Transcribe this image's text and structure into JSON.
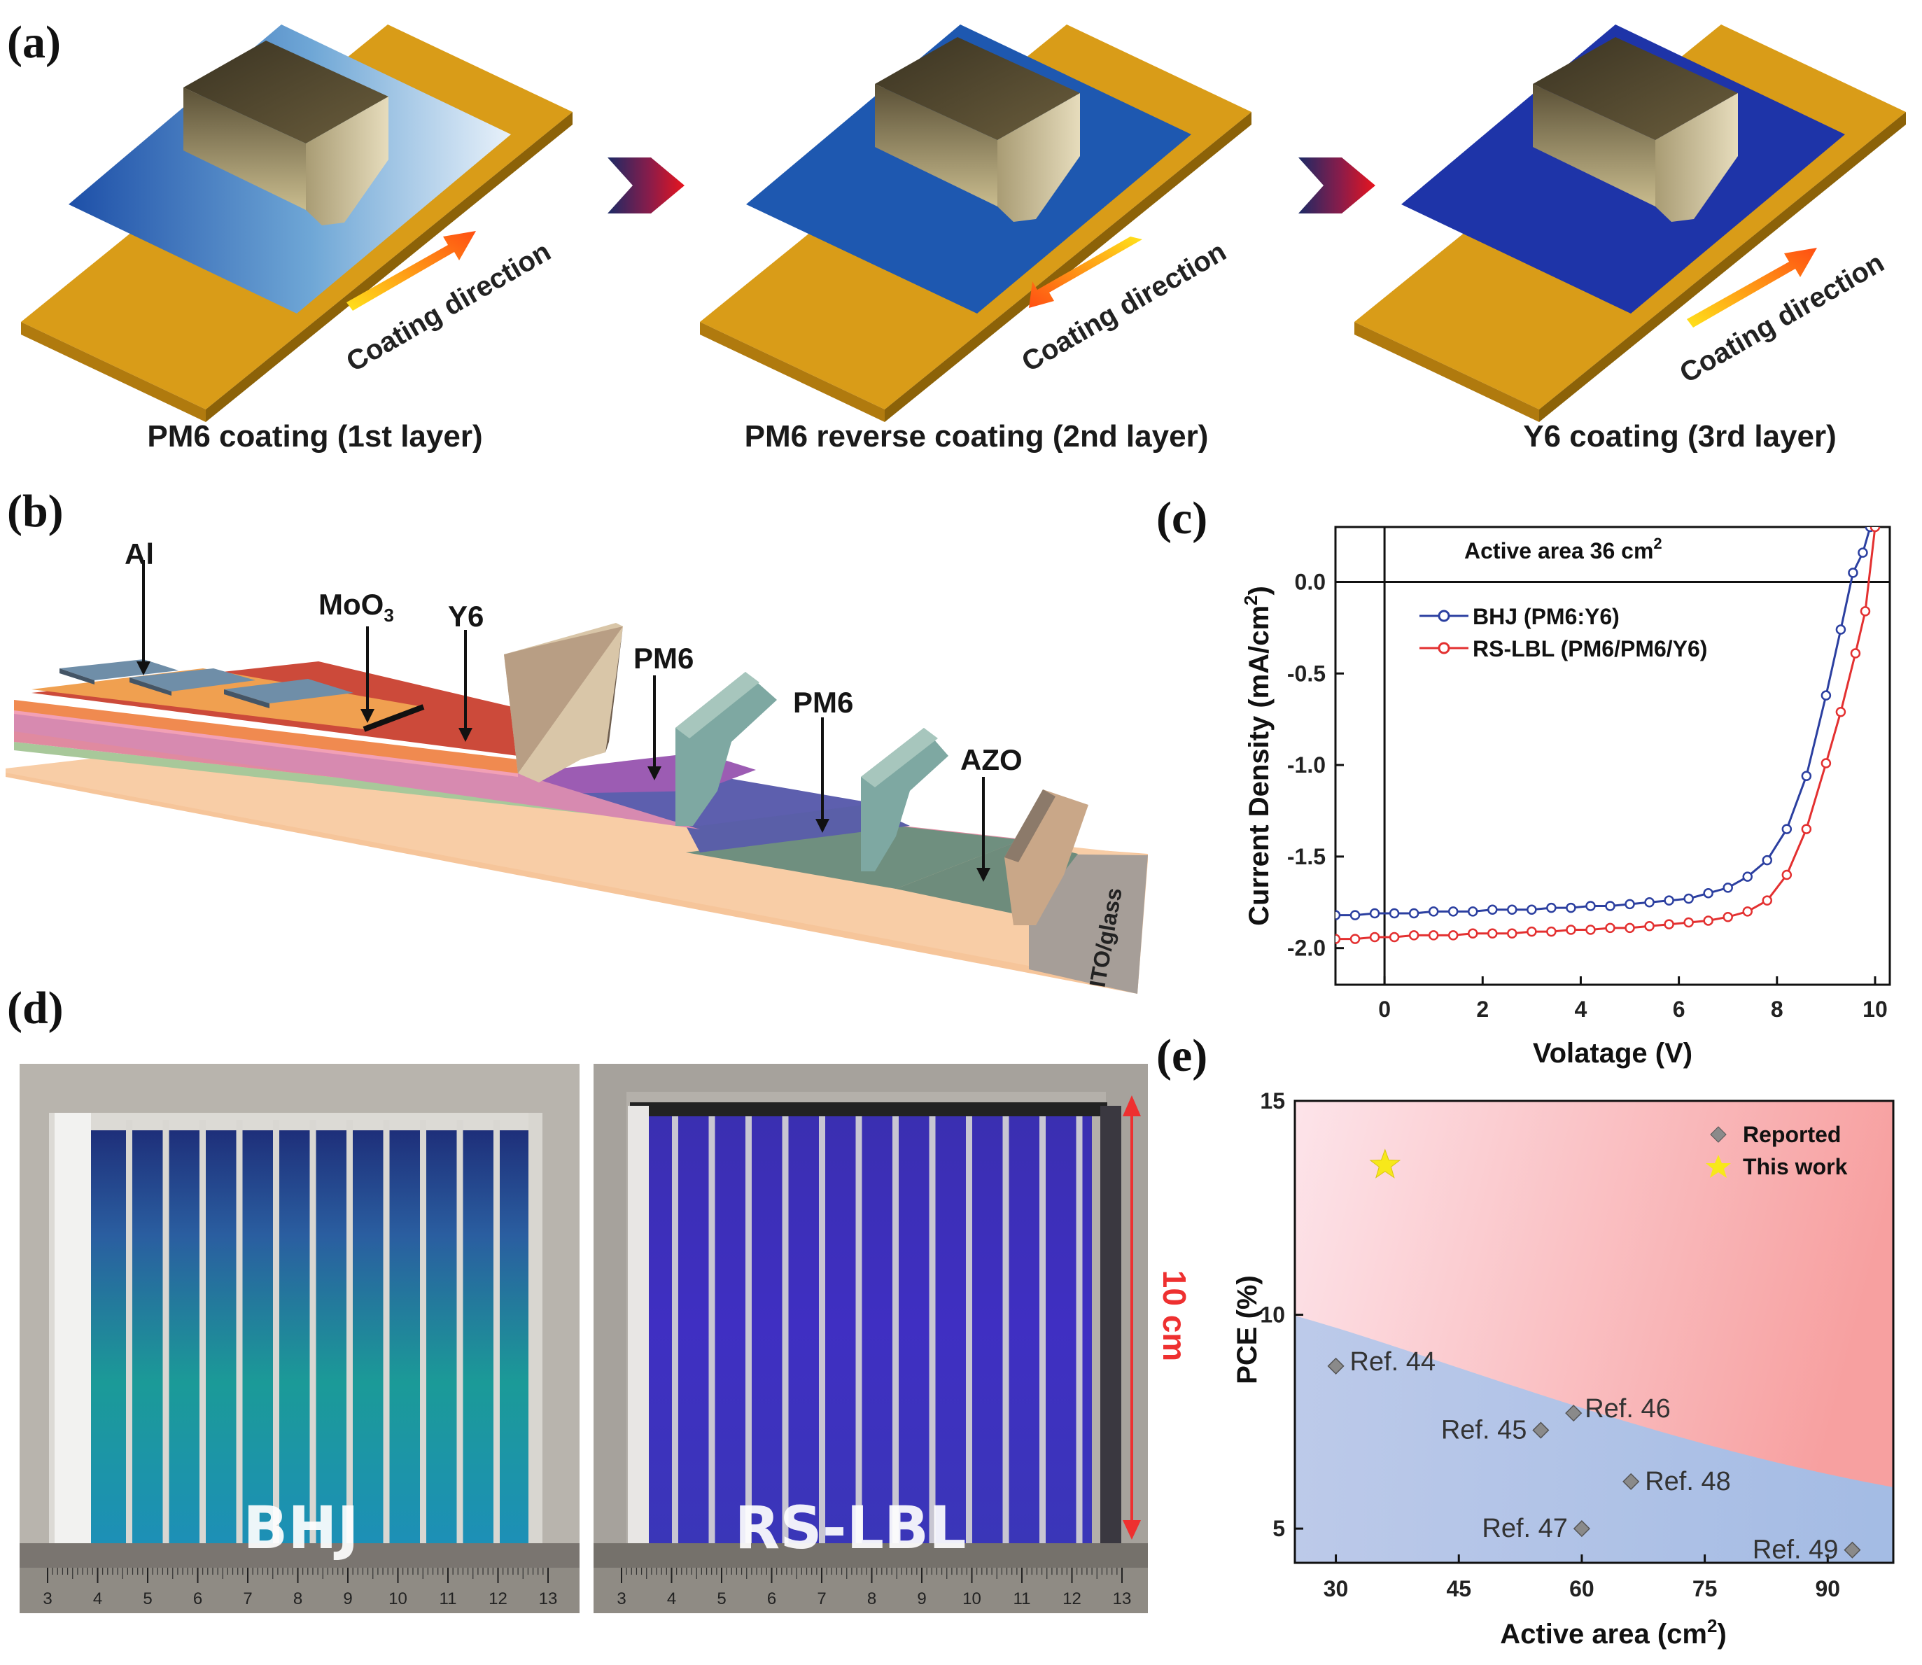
{
  "panels": {
    "a": "(a)",
    "b": "(b)",
    "c": "(c)",
    "d": "(d)",
    "e": "(e)"
  },
  "panel_a": {
    "coating_direction": "Coating direction",
    "steps": [
      "PM6 coating (1st layer)",
      "PM6 reverse coating  (2nd layer)",
      "Y6 coating (3rd layer)"
    ]
  },
  "panel_b": {
    "labels": {
      "al": "Al",
      "moo3_main": "MoO",
      "moo3_sub": "3",
      "y6": "Y6",
      "pm6_a": "PM6",
      "pm6_b": "PM6",
      "azo": "AZO",
      "ito": "ITO/glass"
    }
  },
  "panel_d": {
    "left_label": "BHJ",
    "right_label": "RS-LBL",
    "scale_label": "10 cm",
    "ruler_ticks": [
      "3",
      "4",
      "5",
      "6",
      "7",
      "8",
      "9",
      "10",
      "11",
      "12",
      "13"
    ]
  },
  "colors": {
    "bhj": "#2b3fa0",
    "rslbl": "#e33030",
    "reported": "#8a8a8a",
    "this_work": "#f7e81a",
    "scale_arrow": "#ee3030"
  },
  "chart_data": [
    {
      "type": "line",
      "annotation_main": "Active area 36 cm",
      "annotation_sup": "2",
      "xlabel": "Volatage (V)",
      "ylabel": "Current Density (mA/cm",
      "ylabel_sup": "2",
      "ylabel_end": ")",
      "xlim": [
        -1.0,
        10.3
      ],
      "ylim": [
        -2.2,
        0.3
      ],
      "xticks": [
        0,
        2,
        4,
        6,
        8,
        10
      ],
      "yticks": [
        0.0,
        -0.5,
        -1.0,
        -1.5,
        -2.0
      ],
      "xtick_labels": [
        "0",
        "2",
        "4",
        "6",
        "8",
        "10"
      ],
      "ytick_labels": [
        "0.0",
        "-0.5",
        "-1.0",
        "-1.5",
        "-2.0"
      ],
      "series": [
        {
          "name": "BHJ (PM6:Y6)",
          "color": "#2b3fa0",
          "x": [
            -1.0,
            -0.6,
            -0.2,
            0.2,
            0.6,
            1.0,
            1.4,
            1.8,
            2.2,
            2.6,
            3.0,
            3.4,
            3.8,
            4.2,
            4.6,
            5.0,
            5.4,
            5.8,
            6.2,
            6.6,
            7.0,
            7.4,
            7.8,
            8.2,
            8.6,
            9.0,
            9.3,
            9.55,
            9.75,
            9.9
          ],
          "y": [
            -1.82,
            -1.82,
            -1.81,
            -1.81,
            -1.81,
            -1.8,
            -1.8,
            -1.8,
            -1.79,
            -1.79,
            -1.79,
            -1.78,
            -1.78,
            -1.77,
            -1.77,
            -1.76,
            -1.75,
            -1.74,
            -1.73,
            -1.7,
            -1.67,
            -1.61,
            -1.52,
            -1.35,
            -1.06,
            -0.62,
            -0.26,
            0.05,
            0.16,
            0.3
          ]
        },
        {
          "name": "RS-LBL (PM6/PM6/Y6)",
          "color": "#e33030",
          "x": [
            -1.0,
            -0.6,
            -0.2,
            0.2,
            0.6,
            1.0,
            1.4,
            1.8,
            2.2,
            2.6,
            3.0,
            3.4,
            3.8,
            4.2,
            4.6,
            5.0,
            5.4,
            5.8,
            6.2,
            6.6,
            7.0,
            7.4,
            7.8,
            8.2,
            8.6,
            9.0,
            9.3,
            9.6,
            9.8,
            10.0
          ],
          "y": [
            -1.95,
            -1.95,
            -1.94,
            -1.94,
            -1.93,
            -1.93,
            -1.93,
            -1.92,
            -1.92,
            -1.92,
            -1.91,
            -1.91,
            -1.9,
            -1.9,
            -1.89,
            -1.89,
            -1.88,
            -1.87,
            -1.86,
            -1.85,
            -1.83,
            -1.8,
            -1.74,
            -1.6,
            -1.35,
            -0.99,
            -0.71,
            -0.39,
            -0.16,
            0.3
          ]
        }
      ]
    },
    {
      "type": "scatter",
      "xlabel": "Active area (cm",
      "xlabel_sup": "2",
      "xlabel_end": ")",
      "ylabel": "PCE (%)",
      "xlim": [
        25,
        98
      ],
      "ylim": [
        4.2,
        15
      ],
      "xticks": [
        30,
        45,
        60,
        75,
        90
      ],
      "yticks": [
        5,
        10,
        15
      ],
      "xtick_labels": [
        "30",
        "45",
        "60",
        "75",
        "90"
      ],
      "ytick_labels": [
        "5",
        "10",
        "15"
      ],
      "legend": [
        "Reported",
        "This work"
      ],
      "series": [
        {
          "name": "Reported",
          "points": [
            {
              "x": 30,
              "y": 8.8,
              "label": "Ref. 44"
            },
            {
              "x": 55,
              "y": 7.3,
              "label": "Ref. 45"
            },
            {
              "x": 59,
              "y": 7.7,
              "label": "Ref. 46"
            },
            {
              "x": 60,
              "y": 5.0,
              "label": "Ref. 47"
            },
            {
              "x": 66,
              "y": 6.1,
              "label": "Ref. 48"
            },
            {
              "x": 93,
              "y": 4.5,
              "label": "Ref. 49"
            }
          ]
        },
        {
          "name": "This work",
          "points": [
            {
              "x": 36,
              "y": 13.5
            }
          ]
        }
      ]
    }
  ]
}
